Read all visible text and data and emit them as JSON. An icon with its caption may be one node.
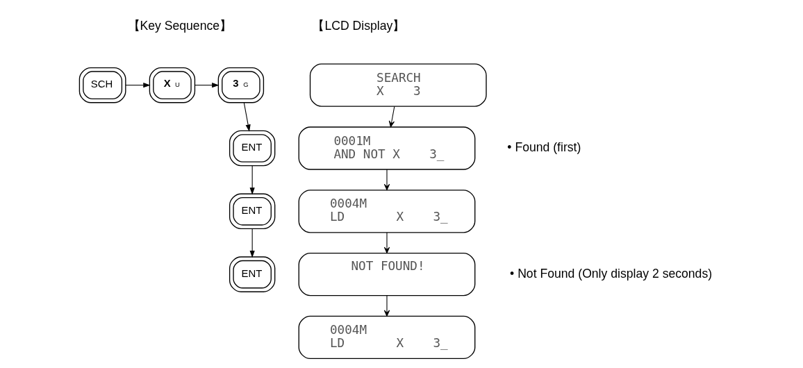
{
  "diagram": {
    "nodes": [
      {
        "text": [
          "SCH"
        ]
      },
      {
        "text": [
          "X",
          "U"
        ]
      },
      {
        "text": [
          "3",
          "G"
        ]
      },
      {
        "text": [
          "ENT"
        ]
      },
      {
        "text": [
          "ENT"
        ]
      },
      {
        "text": [
          "ENT"
        ]
      },
      {
        "text": [
          "SEARCH",
          "X    3"
        ]
      },
      {
        "text": [
          "0001M",
          "AND NOT X    3_"
        ],
        "beside": [
          "• Found (first)"
        ]
      },
      {
        "text": [
          "0004M",
          "LD       X    3_"
        ]
      },
      {
        "text": [
          "NOT FOUND!"
        ],
        "beside": [
          "• Not Found (Only display 2 seconds)"
        ]
      },
      {
        "text": [
          "0004M",
          "LD       X    3_"
        ]
      }
    ],
    "edges": [
      {
        "from": 0,
        "to": 1,
        "arrow": "to"
      },
      {
        "from": 1,
        "to": 2,
        "arrow": "to"
      },
      {
        "from": 2,
        "to": 3,
        "arrow": "to"
      },
      {
        "from": 3,
        "to": 4,
        "arrow": "to"
      },
      {
        "from": 4,
        "to": 5,
        "arrow": "to"
      },
      {
        "from": 6,
        "to": 7,
        "arrow": "to"
      },
      {
        "from": 7,
        "to": 8,
        "arrow": "to"
      },
      {
        "from": 8,
        "to": 9,
        "arrow": "to"
      },
      {
        "from": 9,
        "to": 10,
        "arrow": "to"
      }
    ],
    "labels": [
      "【Key Sequence】",
      "【LCD Display】"
    ]
  }
}
